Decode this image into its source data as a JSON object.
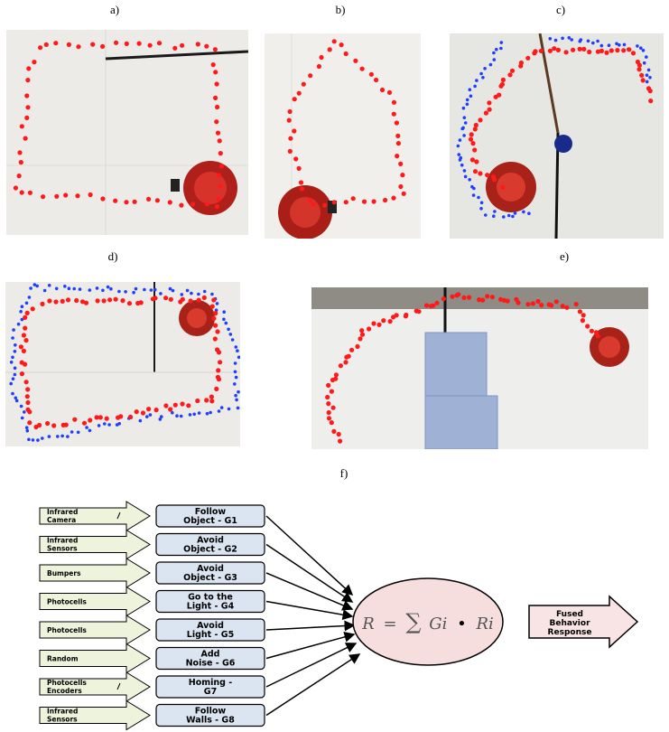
{
  "panels": [
    {
      "id": "a",
      "label": "a)"
    },
    {
      "id": "b",
      "label": "b)"
    },
    {
      "id": "c",
      "label": "c)"
    },
    {
      "id": "d",
      "label": "d)"
    },
    {
      "id": "e",
      "label": "e)"
    },
    {
      "id": "f",
      "label": "f)"
    }
  ],
  "colors": {
    "trajectory_red": "#ff1a1a",
    "trajectory_blue": "#1f3fff",
    "behavior_box_fill": "#dbe5f1",
    "input_arrow_fill": "#eef3dc",
    "fusion_ellipse_fill": "#f7dede",
    "output_arrow_fill": "#f8e4e4"
  },
  "diagram": {
    "inputs": [
      {
        "label_line1": "Infrared",
        "label_line2": "Camera"
      },
      {
        "label_line1": "Infrared",
        "label_line2": "Sensors"
      },
      {
        "label_line1": "Bumpers",
        "label_line2": ""
      },
      {
        "label_line1": "Photocells",
        "label_line2": ""
      },
      {
        "label_line1": "Photocells",
        "label_line2": ""
      },
      {
        "label_line1": "Random",
        "label_line2": ""
      },
      {
        "label_line1": "Photocells",
        "label_line2": "Encoders"
      },
      {
        "label_line1": "Infrared",
        "label_line2": "Sensors"
      }
    ],
    "behaviors": [
      {
        "line1": "Follow",
        "line2": "Object - G1"
      },
      {
        "line1": "Avoid",
        "line2": "Object - G2"
      },
      {
        "line1": "Avoid",
        "line2": "Object - G3"
      },
      {
        "line1": "Go to the",
        "line2": "Light - G4"
      },
      {
        "line1": "Avoid",
        "line2": "Light - G5"
      },
      {
        "line1": "Add",
        "line2": "Noise - G6"
      },
      {
        "line1": "Homing -",
        "line2": "G7"
      },
      {
        "line1": "Follow",
        "line2": "Walls - G8"
      }
    ],
    "fusion": {
      "formula_lhs": "R",
      "formula_eq": "=",
      "formula_sum": "∑",
      "formula_g": "Gi",
      "formula_dot": "•",
      "formula_r": "Ri"
    },
    "output": {
      "line1": "Fused",
      "line2": "Behavior",
      "line3": "Response"
    }
  }
}
